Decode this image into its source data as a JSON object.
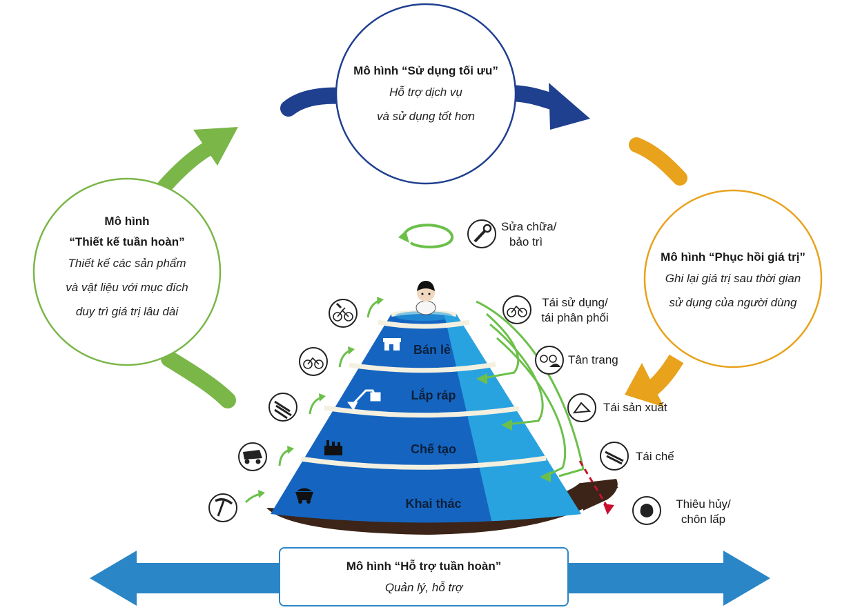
{
  "top_circle": {
    "title": "Mô hình “Sử dụng tối ưu”",
    "line1": "Hỗ trợ dịch vụ",
    "line2": "và sử dụng tốt hơn"
  },
  "left_circle": {
    "title1": "Mô hình",
    "title2": "“Thiết kế tuần hoàn”",
    "line1": "Thiết kế các sản phẩm",
    "line2": "và vật liệu với mục đích",
    "line3": "duy trì giá trị lâu dài"
  },
  "right_circle": {
    "title": "Mô hình “Phục hồi giá trị”",
    "line1": "Ghi lại giá trị sau thời gian",
    "line2": "sử dụng của người dùng"
  },
  "bottom_box": {
    "title": "Mô hình “Hỗ trợ tuần hoàn”",
    "subtitle": "Quản lý, hỗ trợ"
  },
  "tiers": [
    "Bán lẻ",
    "Lắp ráp",
    "Chế tạo",
    "Khai thác"
  ],
  "side_labels": {
    "repair": {
      "line1": "Sửa chữa/",
      "line2": "bảo trì"
    },
    "reuse": {
      "line1": "Tái sử dụng/",
      "line2": "tái phân phối"
    },
    "refurbish": "Tân trang",
    "remanufacture": "Tái sản xuất",
    "recycle": "Tái chế",
    "dispose": {
      "line1": "Thiêu hủy/",
      "line2": "chôn lấp"
    }
  },
  "colors": {
    "navy_arrow": "#1f3f8f",
    "orange": "#e8a21c",
    "green": "#7ab648",
    "pyramid_dark": "#1565c0",
    "pyramid_light": "#29a3e0",
    "blue_arrow": "#2a86c6",
    "flow_green": "#6cc04a",
    "red_dash": "#c8102e"
  },
  "icons": [
    "bicycle-icon",
    "store-icon",
    "excavator-icon",
    "factory-icon",
    "mine-cart-icon",
    "wrench-icon",
    "person-icon",
    "pickaxe-icon",
    "dump-truck-icon",
    "lumber-icon",
    "garbage-bag-icon",
    "pipes-icon",
    "bike-frame-icon"
  ]
}
